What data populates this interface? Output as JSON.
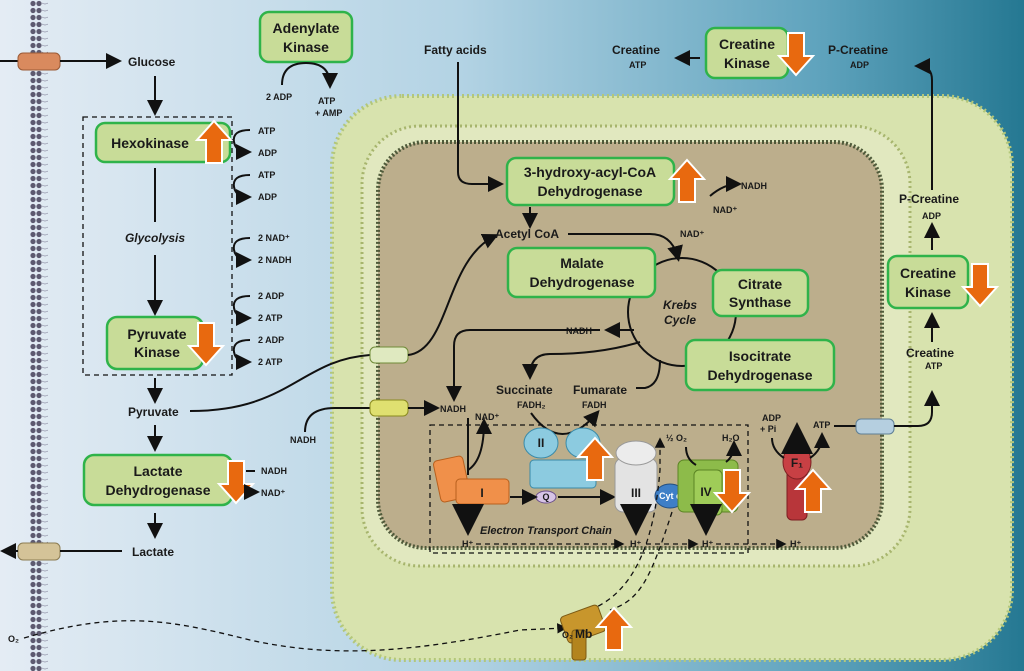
{
  "colors": {
    "enzyme_fill": "#c8dc98",
    "enzyme_border": "#2fb34a",
    "regulation_arrow": "#e8690f",
    "matrix": "#bcae8c",
    "mito_outer": "#d8e3ae"
  },
  "enzymes": {
    "adenylate_kinase": {
      "line1": "Adenylate",
      "line2": "Kinase",
      "regulation": "none"
    },
    "hexokinase": {
      "line1": "Hexokinase",
      "regulation": "up"
    },
    "pyruvate_kinase": {
      "line1": "Pyruvate",
      "line2": "Kinase",
      "regulation": "down"
    },
    "lactate_dehydrogenase": {
      "line1": "Lactate",
      "line2": "Dehydrogenase",
      "regulation": "down"
    },
    "hadh": {
      "line1": "3-hydroxy-acyl-CoA",
      "line2": "Dehydrogenase",
      "regulation": "up"
    },
    "malate_dehydrogenase": {
      "line1": "Malate",
      "line2": "Dehydrogenase",
      "regulation": "none"
    },
    "citrate_synthase": {
      "line1": "Citrate",
      "line2": "Synthase",
      "regulation": "none"
    },
    "isocitrate_dehydrogenase": {
      "line1": "Isocitrate",
      "line2": "Dehydrogenase",
      "regulation": "none"
    },
    "creatine_kinase_cyto": {
      "line1": "Creatine",
      "line2": "Kinase",
      "regulation": "down"
    },
    "creatine_kinase_mito": {
      "line1": "Creatine",
      "line2": "Kinase",
      "regulation": "down"
    }
  },
  "labels": {
    "glucose": "Glucose",
    "glycolysis": "Glycolysis",
    "pyruvate": "Pyruvate",
    "lactate": "Lactate",
    "atp1": "ATP",
    "adp1": "ADP",
    "atp2": "ATP",
    "adp2": "ADP",
    "nad_g": "2 NAD⁺",
    "nadh_g": "2 NADH",
    "adp3": "2 ADP",
    "atp3": "2 ATP",
    "adp4": "2 ADP",
    "atp4": "2 ATP",
    "ldh_nadh": "NADH",
    "ldh_nad": "NAD⁺",
    "ak_in": "2 ADP",
    "ak_out1": "ATP",
    "ak_out2": "+ AMP",
    "fatty_acids": "Fatty acids",
    "hadh_nadh": "NADH",
    "hadh_nad": "NAD⁺",
    "acetyl_coa": "Acetyl CoA",
    "krebs_nad": "NAD⁺",
    "krebs1": "Krebs",
    "krebs2": "Cycle",
    "krebs_nadh": "NADH",
    "succinate": "Succinate",
    "fumarate": "Fumarate",
    "fadh2": "FADH₂",
    "fadh": "FADH",
    "nadh_out": "NADH",
    "nadh_in": "NADH",
    "etc_nad": "NAD⁺",
    "cx1": "I",
    "cx2": "II",
    "cx3": "III",
    "cx4": "IV",
    "q": "Q",
    "cytc": "Cyt c",
    "f1": "F₁",
    "half_o2": "½ O₂",
    "h2o": "H₂O",
    "adp_pi1": "ADP",
    "adp_pi2": "+ Pi",
    "atp_syn": "ATP",
    "etc": "Electron Transport Chain",
    "h1": "H⁺",
    "h2": "H⁺",
    "h3": "H⁺",
    "h4": "H⁺",
    "creatine_top": "Creatine",
    "atp_top": "ATP",
    "pcreatine_top": "P-Creatine",
    "adp_top": "ADP",
    "pcreatine_right": "P-Creatine",
    "adp_right": "ADP",
    "creatine_right": "Creatine",
    "atp_right": "ATP",
    "o2": "O₂",
    "o2mb": "O₂",
    "mb": "Mb"
  }
}
